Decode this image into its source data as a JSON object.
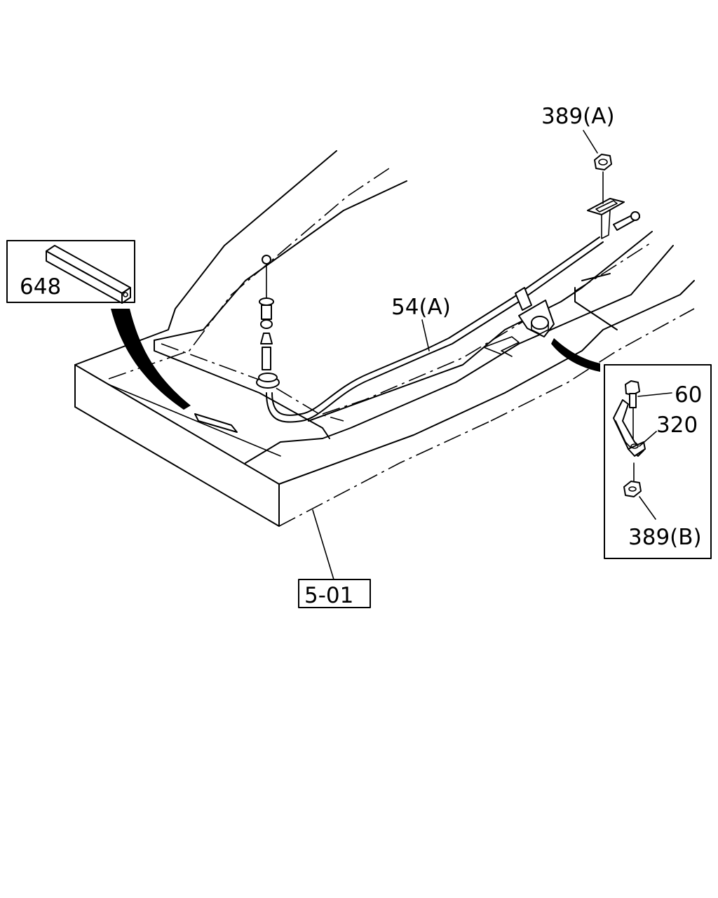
{
  "diagram": {
    "callouts": {
      "nut_a": "389(A)",
      "cable": "54(A)",
      "grommet": "648",
      "bolt": "60",
      "clip": "320",
      "nut_b": "389(B)",
      "frame_ref": "5-01"
    }
  },
  "colors": {
    "line": "#000000",
    "background": "#ffffff"
  }
}
